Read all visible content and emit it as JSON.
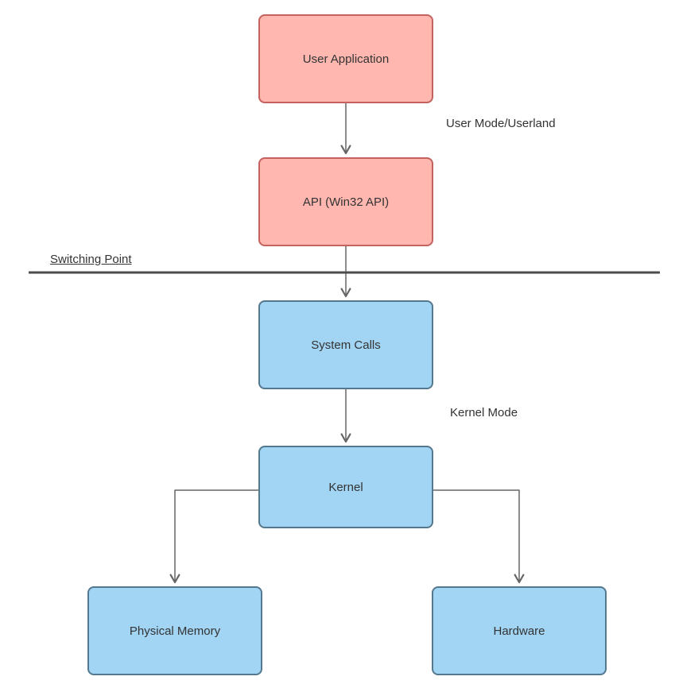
{
  "diagram": {
    "type": "flowchart",
    "nodes": [
      {
        "id": "user-application",
        "label": "User Application",
        "fill": "#ffb7b0",
        "stroke": "#c4625e"
      },
      {
        "id": "api-win32",
        "label": "API (Win32 API)",
        "fill": "#ffb7b0",
        "stroke": "#c4625e"
      },
      {
        "id": "system-calls",
        "label": "System Calls",
        "fill": "#a2d4f3",
        "stroke": "#54788e"
      },
      {
        "id": "kernel",
        "label": "Kernel",
        "fill": "#a2d4f3",
        "stroke": "#54788e"
      },
      {
        "id": "physical-memory",
        "label": "Physical Memory",
        "fill": "#a2d4f3",
        "stroke": "#54788e"
      },
      {
        "id": "hardware",
        "label": "Hardware",
        "fill": "#a2d4f3",
        "stroke": "#54788e"
      }
    ],
    "edges": [
      {
        "from": "user-application",
        "to": "api-win32"
      },
      {
        "from": "api-win32",
        "to": "system-calls"
      },
      {
        "from": "system-calls",
        "to": "kernel"
      },
      {
        "from": "kernel",
        "to": "physical-memory"
      },
      {
        "from": "kernel",
        "to": "hardware"
      }
    ],
    "annotations": {
      "user_mode": "User Mode/Userland",
      "kernel_mode": "Kernel Mode",
      "switching_point": "Switching Point"
    },
    "colors": {
      "connector": "#666666",
      "divider": "#4d4d4d",
      "text": "#333333",
      "background": "#ffffff"
    }
  }
}
